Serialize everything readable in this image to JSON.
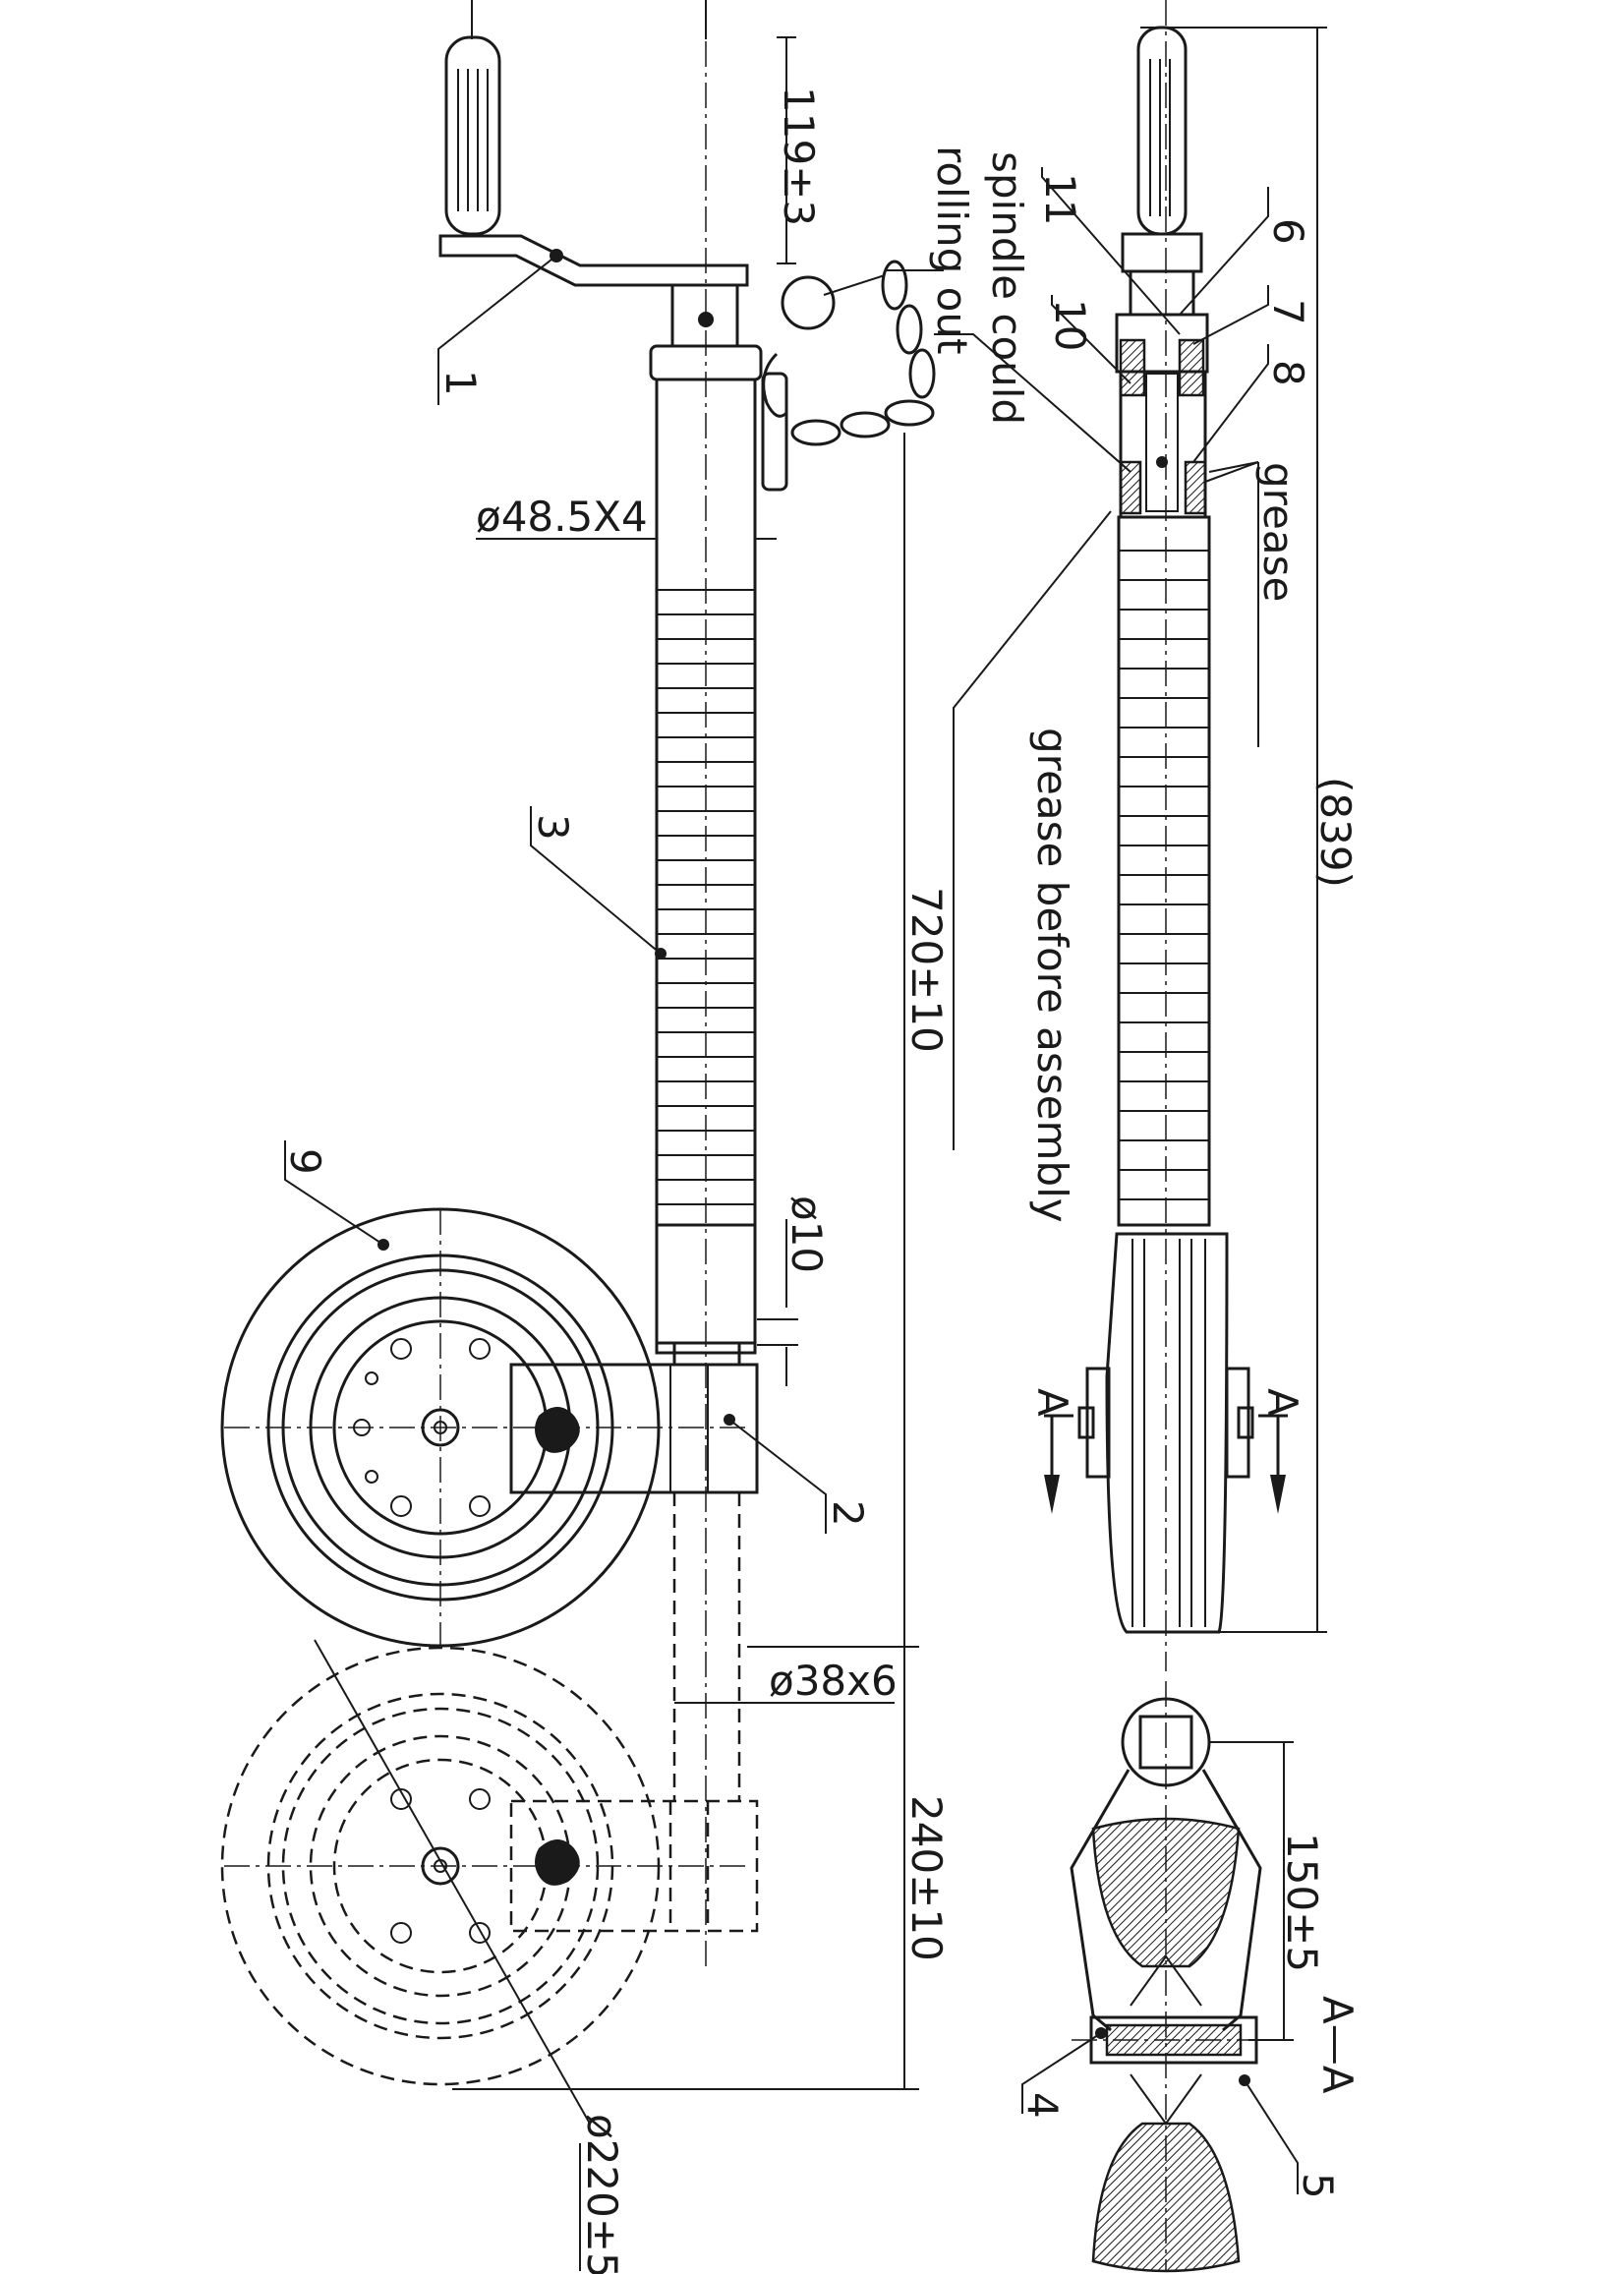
{
  "drawing": {
    "dimensions": {
      "crank_offset": "119±3",
      "tube_diameter": "ø48.5X4",
      "pin_diameter": "ø10",
      "inner_tube": "ø38x6",
      "extended_length": "720±10",
      "stroke": "240±10",
      "wheel_diameter": "ø220±5",
      "overall_length": "(839)",
      "axle_width": "150±5"
    },
    "part_numbers": [
      "1",
      "2",
      "3",
      "4",
      "5",
      "6",
      "7",
      "8",
      "9",
      "10",
      "11"
    ],
    "notes": {
      "spindle": "spindle could",
      "rolling": "rolling out",
      "grease": "grease",
      "grease_before": "grease before assembly"
    },
    "section": {
      "marker": "A",
      "label": "A—A"
    }
  }
}
